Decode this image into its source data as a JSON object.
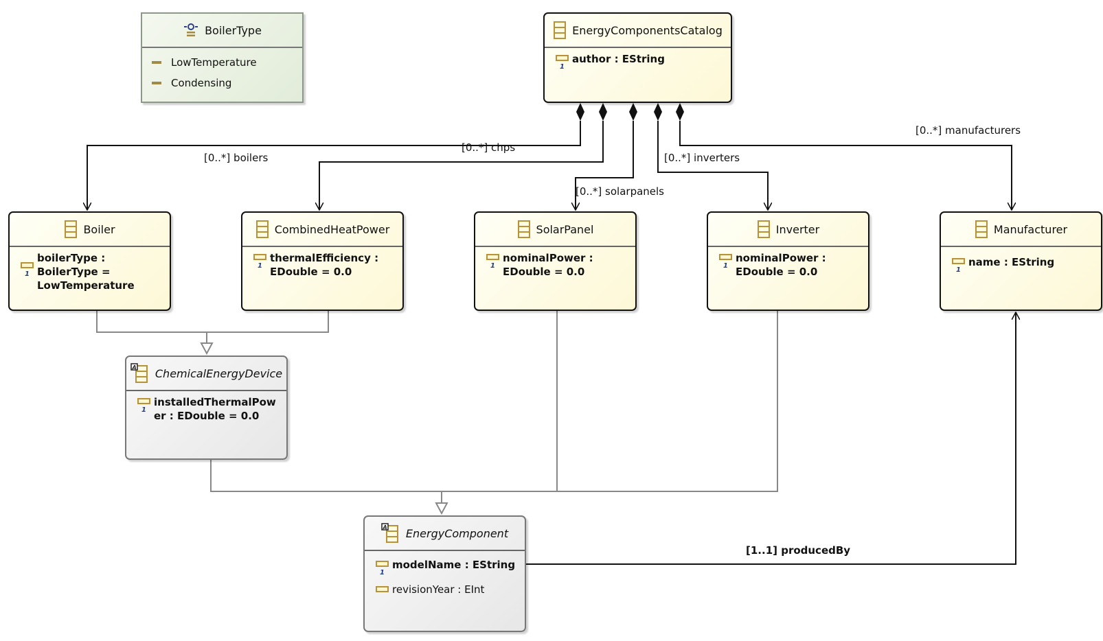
{
  "enum_boiler_type": {
    "name": "BoilerType",
    "literals": [
      "LowTemperature",
      "Condensing"
    ]
  },
  "catalog": {
    "name": "EnergyComponentsCatalog",
    "attrs": [
      "author : EString"
    ]
  },
  "boiler": {
    "name": "Boiler",
    "attrs": [
      "boilerType :\nBoilerType =\nLowTemperature"
    ]
  },
  "chp": {
    "name": "CombinedHeatPower",
    "attrs": [
      "thermalEfficiency :\nEDouble = 0.0"
    ]
  },
  "solar_panel": {
    "name": "SolarPanel",
    "attrs": [
      "nominalPower :\nEDouble = 0.0"
    ]
  },
  "inverter": {
    "name": "Inverter",
    "attrs": [
      "nominalPower :\nEDouble = 0.0"
    ]
  },
  "manufacturer": {
    "name": "Manufacturer",
    "attrs": [
      "name : EString"
    ]
  },
  "chemical_device": {
    "name": "ChemicalEnergyDevice",
    "attrs": [
      "installedThermalPow\ner : EDouble = 0.0"
    ]
  },
  "energy_component": {
    "name": "EnergyComponent",
    "attrs": [
      "modelName : EString",
      "revisionYear : EInt"
    ]
  },
  "relations": {
    "boilers": "[0..*] boilers",
    "chps": "[0..*] chps",
    "solarpanels": "[0..*] solarpanels",
    "inverters": "[0..*] inverters",
    "manufacturers": "[0..*] manufacturers",
    "produced_by": "[1..1] producedBy"
  },
  "multiplicity_mark": "1",
  "colors": {
    "class_fill": "#fdf8d6",
    "abstract_fill": "#e7e7e7",
    "enum_fill": "#e2ecd9",
    "icon_gold": "#b8923a",
    "multiplicity_blue": "#1f3f86"
  }
}
